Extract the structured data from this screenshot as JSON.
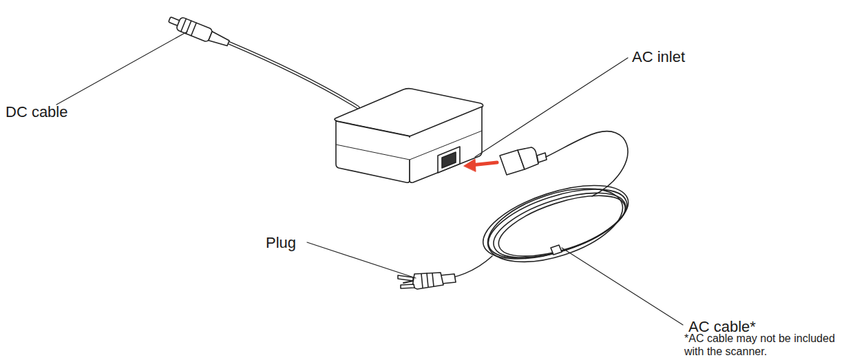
{
  "diagram": {
    "labels": [
      "DC cable",
      "AC inlet",
      "Plug",
      "AC cable*",
      "*AC cable may not be included with the scanner."
    ]
  }
}
